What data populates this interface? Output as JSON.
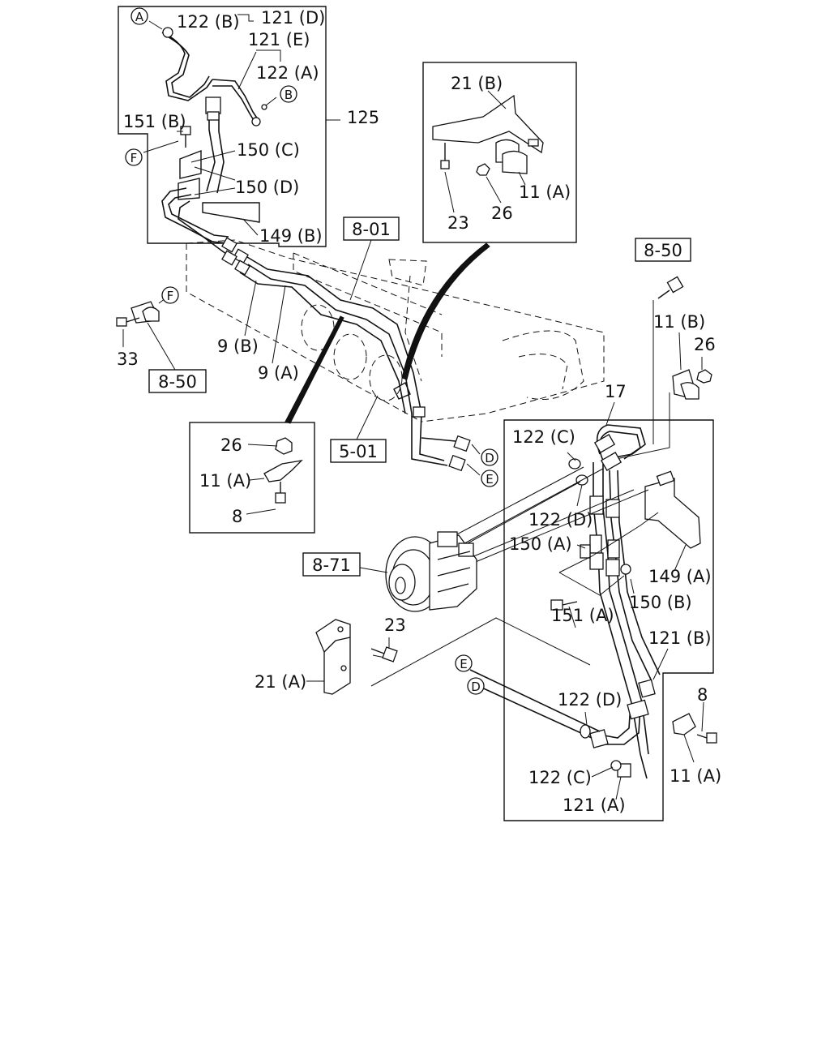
{
  "diagram": {
    "refs": [
      "8-01",
      "8-50",
      "8-50",
      "5-01",
      "8-71"
    ],
    "callouts": [
      "A",
      "B",
      "D",
      "E",
      "F",
      "F",
      "D",
      "E"
    ],
    "labels": [
      "122 (B)",
      "121 (D)",
      "121 (E)",
      "122 (A)",
      "125",
      "151 (B)",
      "150 (C)",
      "150 (D)",
      "149 (B)",
      "21 (B)",
      "23",
      "26",
      "11 (A)",
      "9 (B)",
      "9 (A)",
      "33",
      "26",
      "11 (A)",
      "8",
      "11 (B)",
      "26",
      "17",
      "122 (C)",
      "122 (D)",
      "150 (A)",
      "149 (A)",
      "150 (B)",
      "151 (A)",
      "121 (B)",
      "23",
      "21 (A)",
      "122 (D)",
      "8",
      "122 (C)",
      "11 (A)",
      "121 (A)"
    ]
  }
}
